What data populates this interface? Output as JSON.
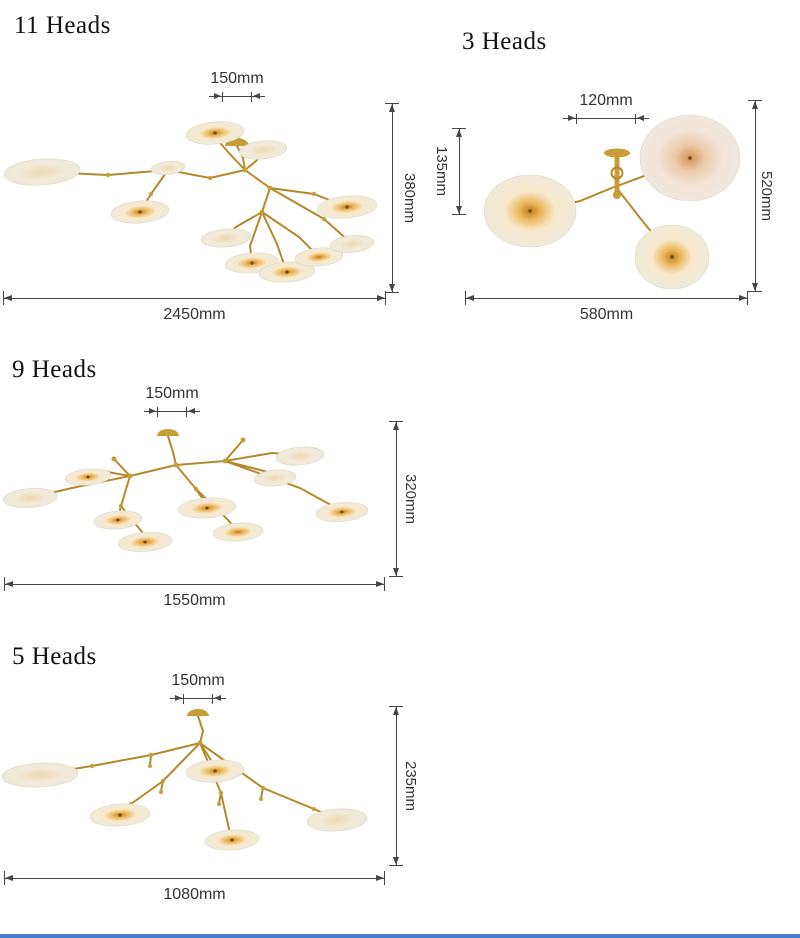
{
  "page": {
    "background": "#ffffff"
  },
  "colors": {
    "gold": "#b5892b",
    "dim_line": "#454545",
    "accent_strip": "#4d79cc"
  },
  "sections": [
    {
      "id": "11-heads",
      "title": "11 Heads",
      "dims": {
        "top": "150mm",
        "right": "380mm",
        "bottom": "2450mm"
      }
    },
    {
      "id": "3-heads",
      "title": "3 Heads",
      "dims": {
        "top": "120mm",
        "left": "135mm",
        "right": "520mm",
        "bottom": "580mm"
      }
    },
    {
      "id": "9-heads",
      "title": "9 Heads",
      "dims": {
        "top": "150mm",
        "right": "320mm",
        "bottom": "1550mm"
      }
    },
    {
      "id": "5-heads",
      "title": "5 Heads",
      "dims": {
        "top": "150mm",
        "right": "235mm",
        "bottom": "1080mm"
      }
    }
  ]
}
